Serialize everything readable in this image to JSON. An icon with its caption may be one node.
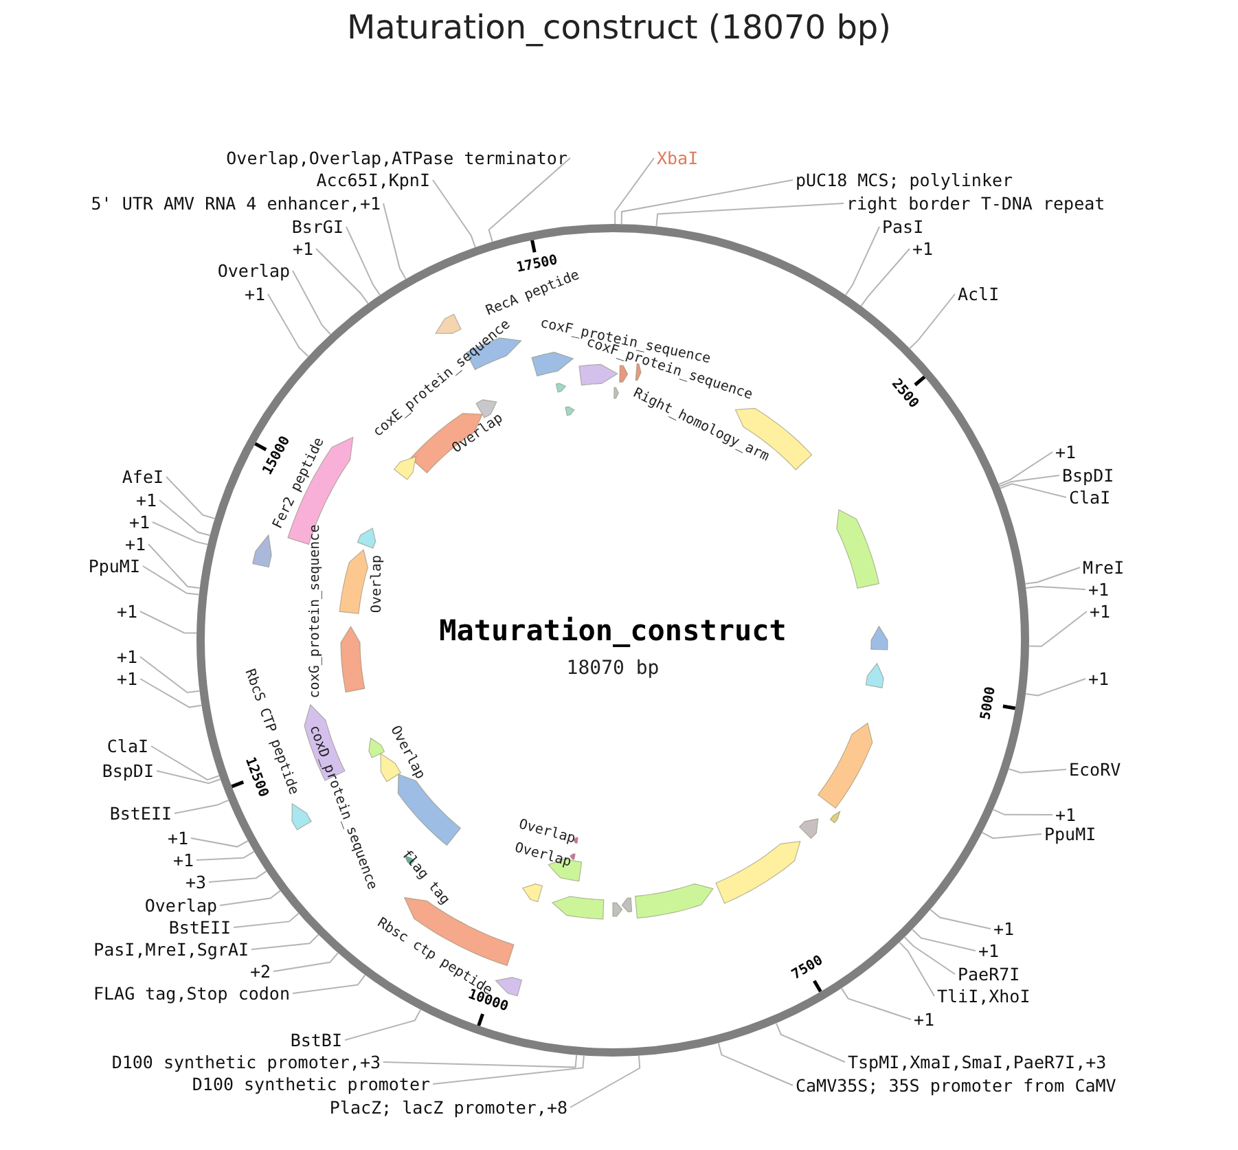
{
  "diagram": {
    "title": "Maturation_construct (18070 bp)",
    "nodes": [
      {
        "text": [
          "XbaI"
        ]
      },
      {
        "text": [
          "Overlap,Overlap,ATPase terminator"
        ]
      },
      {
        "text": [
          "pUC18 MCS; polylinker"
        ]
      },
      {
        "text": [
          "Acc65I,KpnI"
        ]
      },
      {
        "text": [
          "5' UTR AMV RNA 4 enhancer,+1"
        ]
      },
      {
        "text": [
          "right border T-DNA repeat"
        ]
      },
      {
        "text": [
          "BsrGI"
        ]
      },
      {
        "text": [
          "PasI"
        ]
      },
      {
        "text": [
          "+1"
        ]
      },
      {
        "text": [
          "+1"
        ]
      },
      {
        "text": [
          "Overlap"
        ]
      },
      {
        "text": [
          "+1"
        ]
      },
      {
        "text": [
          "AclI"
        ]
      },
      {
        "text": [
          "+1"
        ]
      },
      {
        "text": [
          "AfeI"
        ]
      },
      {
        "text": [
          "BspDI"
        ]
      },
      {
        "text": [
          "ClaI"
        ]
      },
      {
        "text": [
          "+1"
        ]
      },
      {
        "text": [
          "+1"
        ]
      },
      {
        "text": [
          "+1"
        ]
      },
      {
        "text": [
          "PpuMI"
        ]
      },
      {
        "text": [
          "MreI"
        ]
      },
      {
        "text": [
          "+1"
        ]
      },
      {
        "text": [
          "+1"
        ]
      },
      {
        "text": [
          "+1"
        ]
      },
      {
        "text": [
          "+1"
        ]
      },
      {
        "text": [
          "+1"
        ]
      },
      {
        "text": [
          "+1"
        ]
      },
      {
        "text": [
          "ClaI"
        ]
      },
      {
        "text": [
          "BspDI"
        ]
      },
      {
        "text": [
          "EcoRV"
        ]
      },
      {
        "text": [
          "BstEII"
        ]
      },
      {
        "text": [
          "+1"
        ]
      },
      {
        "text": [
          "PpuMI"
        ]
      },
      {
        "text": [
          "+1"
        ]
      },
      {
        "text": [
          "+1"
        ]
      },
      {
        "text": [
          "+3"
        ]
      },
      {
        "text": [
          "Overlap"
        ]
      },
      {
        "text": [
          "BstEII"
        ]
      },
      {
        "text": [
          "+1"
        ]
      },
      {
        "text": [
          "PasI,MreI,SgrAI"
        ]
      },
      {
        "text": [
          "+1"
        ]
      },
      {
        "text": [
          "+2"
        ]
      },
      {
        "text": [
          "PaeR7I"
        ]
      },
      {
        "text": [
          "FLAG tag,Stop codon"
        ]
      },
      {
        "text": [
          "TliI,XhoI"
        ]
      },
      {
        "text": [
          "+1"
        ]
      },
      {
        "text": [
          "BstBI"
        ]
      },
      {
        "text": [
          "D100 synthetic promoter,+3"
        ]
      },
      {
        "text": [
          "TspMI,XmaI,SmaI,PaeR7I,+3"
        ]
      },
      {
        "text": [
          "D100 synthetic promoter"
        ]
      },
      {
        "text": [
          "CaMV35S; 35S promoter from CaMV"
        ]
      },
      {
        "text": [
          "PlacZ; lacZ promoter,+8"
        ]
      }
    ],
    "edges": [
      {
        "from": 0,
        "to": null,
        "arrow": "none"
      },
      {
        "from": 1,
        "to": null,
        "arrow": "none"
      },
      {
        "from": 2,
        "to": null,
        "arrow": "none"
      },
      {
        "from": 3,
        "to": null,
        "arrow": "none"
      },
      {
        "from": 4,
        "to": null,
        "arrow": "none"
      },
      {
        "from": 5,
        "to": null,
        "arrow": "none"
      },
      {
        "from": 6,
        "to": null,
        "arrow": "none"
      },
      {
        "from": 7,
        "to": null,
        "arrow": "none"
      },
      {
        "from": 8,
        "to": null,
        "arrow": "none"
      },
      {
        "from": 9,
        "to": null,
        "arrow": "none"
      },
      {
        "from": 10,
        "to": null,
        "arrow": "none"
      },
      {
        "from": 11,
        "to": null,
        "arrow": "none"
      },
      {
        "from": 12,
        "to": null,
        "arrow": "none"
      },
      {
        "from": 13,
        "to": null,
        "arrow": "none"
      },
      {
        "from": 14,
        "to": null,
        "arrow": "none"
      },
      {
        "from": 15,
        "to": null,
        "arrow": "none"
      },
      {
        "from": 16,
        "to": null,
        "arrow": "none"
      },
      {
        "from": 17,
        "to": null,
        "arrow": "none"
      },
      {
        "from": 18,
        "to": null,
        "arrow": "none"
      },
      {
        "from": 19,
        "to": null,
        "arrow": "none"
      },
      {
        "from": 20,
        "to": null,
        "arrow": "none"
      },
      {
        "from": 21,
        "to": null,
        "arrow": "none"
      },
      {
        "from": 22,
        "to": null,
        "arrow": "none"
      },
      {
        "from": 23,
        "to": null,
        "arrow": "none"
      },
      {
        "from": 24,
        "to": null,
        "arrow": "none"
      },
      {
        "from": 25,
        "to": null,
        "arrow": "none"
      },
      {
        "from": 26,
        "to": null,
        "arrow": "none"
      },
      {
        "from": 27,
        "to": null,
        "arrow": "none"
      },
      {
        "from": 28,
        "to": null,
        "arrow": "none"
      },
      {
        "from": 29,
        "to": null,
        "arrow": "none"
      },
      {
        "from": 30,
        "to": null,
        "arrow": "none"
      },
      {
        "from": 31,
        "to": null,
        "arrow": "none"
      },
      {
        "from": 32,
        "to": null,
        "arrow": "none"
      },
      {
        "from": 33,
        "to": null,
        "arrow": "none"
      },
      {
        "from": 34,
        "to": null,
        "arrow": "none"
      },
      {
        "from": 35,
        "to": null,
        "arrow": "none"
      },
      {
        "from": 36,
        "to": null,
        "arrow": "none"
      },
      {
        "from": 37,
        "to": null,
        "arrow": "none"
      },
      {
        "from": 38,
        "to": null,
        "arrow": "none"
      },
      {
        "from": 39,
        "to": null,
        "arrow": "none"
      },
      {
        "from": 40,
        "to": null,
        "arrow": "none"
      },
      {
        "from": 41,
        "to": null,
        "arrow": "none"
      },
      {
        "from": 42,
        "to": null,
        "arrow": "none"
      },
      {
        "from": 43,
        "to": null,
        "arrow": "none"
      },
      {
        "from": 44,
        "to": null,
        "arrow": "none"
      },
      {
        "from": 45,
        "to": null,
        "arrow": "none"
      },
      {
        "from": 46,
        "to": null,
        "arrow": "none"
      },
      {
        "from": 47,
        "to": null,
        "arrow": "none"
      },
      {
        "from": 48,
        "to": null,
        "arrow": "none"
      },
      {
        "from": 49,
        "to": null,
        "arrow": "none"
      },
      {
        "from": 50,
        "to": null,
        "arrow": "none"
      },
      {
        "from": 51,
        "to": null,
        "arrow": "none"
      },
      {
        "from": 52,
        "to": null,
        "arrow": "none"
      }
    ],
    "labels": [
      "Maturation_construct",
      "18070 bp",
      "17500",
      "2500",
      "5000",
      "7500",
      "10000",
      "12500",
      "15000",
      "RecA peptide",
      "coxE_protein_sequence",
      "coxF_protein_sequence",
      "coxF_protein_sequence",
      "Right_homology_arm",
      "Overlap",
      "Fer2 peptide",
      "coxG_protein_sequence",
      "Overlap",
      "RbcS CTP peptide",
      "coxD_protein_sequence",
      "Overlap",
      "flag tag",
      "Rbsc ctp peptide",
      "Overlap",
      "Overlap"
    ]
  }
}
